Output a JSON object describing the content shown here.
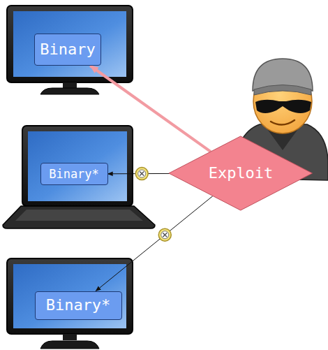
{
  "diagram": {
    "nodes": [
      {
        "text": [
          "Binary"
        ]
      },
      {
        "text": [
          "Binary*"
        ]
      },
      {
        "text": [
          "Exploit"
        ]
      },
      {
        "text": [
          "Binary*"
        ]
      }
    ],
    "edges": [
      {
        "from": 2,
        "to": 0,
        "arrow": "to"
      },
      {
        "from": 2,
        "to": 1,
        "arrow": "to"
      },
      {
        "from": 2,
        "to": 3,
        "arrow": "to"
      }
    ]
  }
}
